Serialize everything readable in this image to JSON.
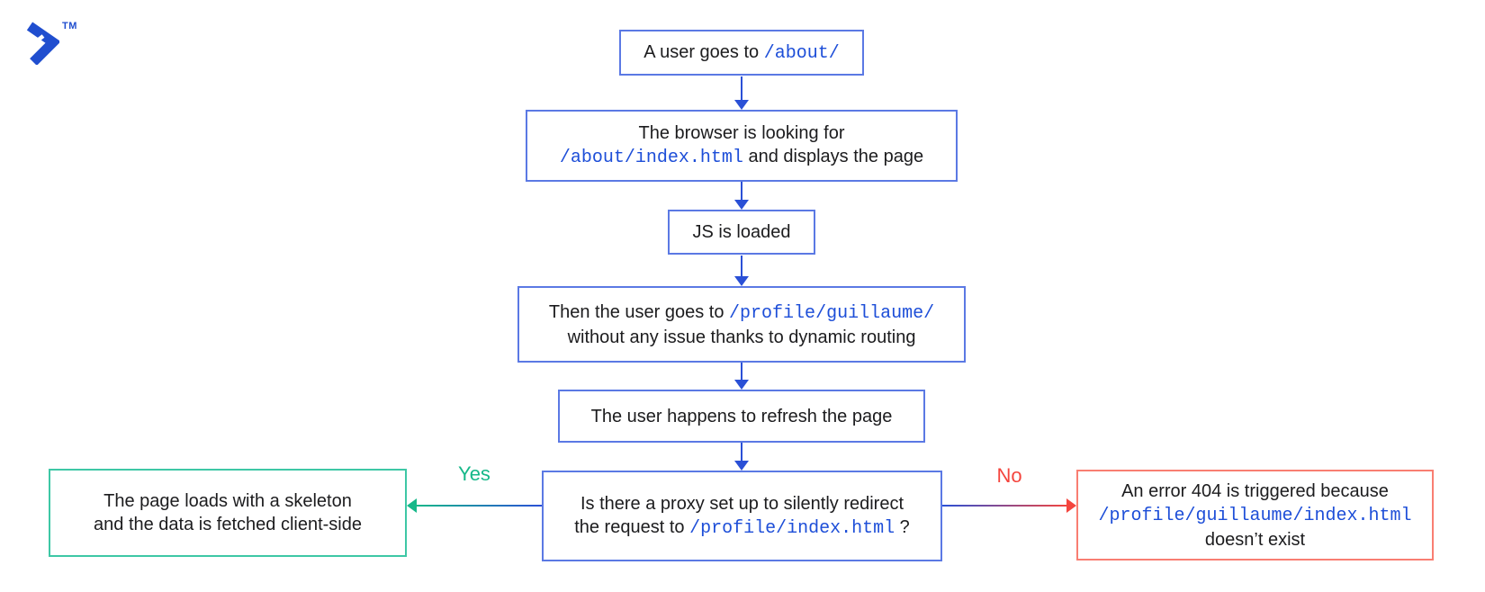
{
  "logo": {
    "trademark": "TM"
  },
  "colors": {
    "brand_blue": "#204ECF",
    "box_border_blue": "#5b79e4",
    "arrow_blue": "#2a50d6",
    "code_blue": "#1d4ed8",
    "text_dark": "#1c1c1e",
    "green": "#16b889",
    "green_border": "#3ec7a5",
    "red": "#f4453e",
    "red_border": "#f97e72"
  },
  "nodes": {
    "start": {
      "pre": "A user goes to ",
      "code": "/about/"
    },
    "browser": {
      "line1": "The browser is looking for",
      "code": "/about/index.html",
      "post": " and displays the page"
    },
    "js": {
      "text": "JS is loaded"
    },
    "profile": {
      "pre": "Then the user goes to ",
      "code": "/profile/guillaume/",
      "line2": "without any issue thanks to dynamic routing"
    },
    "refresh": {
      "text": "The user happens to refresh the page"
    },
    "proxy": {
      "line1": "Is there a proxy set up to silently redirect",
      "pre": "the request to ",
      "code": "/profile/index.html",
      "post": " ?"
    },
    "skeleton": {
      "line1": "The page loads with a skeleton",
      "line2": "and the data is fetched client-side"
    },
    "error404": {
      "line1": "An error 404 is triggered because",
      "code": "/profile/guillaume/index.html",
      "line3": "doesn’t exist"
    }
  },
  "edges": {
    "yes": "Yes",
    "no": "No"
  }
}
